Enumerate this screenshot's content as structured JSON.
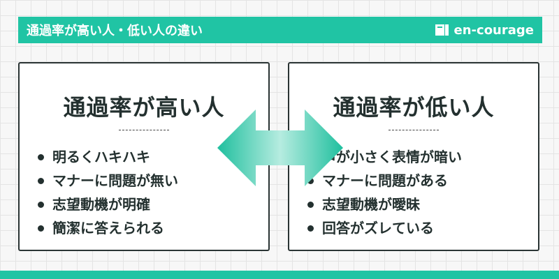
{
  "header": {
    "title": "通過率が高い人・低い人の違い",
    "brand": "en-courage"
  },
  "left_card": {
    "title": "通過率が高い人",
    "items": [
      "明るくハキハキ",
      "マナーに問題が無い",
      "志望動機が明確",
      "簡潔に答えられる"
    ]
  },
  "right_card": {
    "title": "通過率が低い人",
    "items": [
      "声が小さく表情が暗い",
      "マナーに問題がある",
      "志望動機が曖昧",
      "回答がズレている"
    ]
  },
  "colors": {
    "accent": "#20c4a4",
    "text": "#23302f",
    "border": "#2a3434"
  },
  "icons": [
    "book-logo-icon",
    "double-arrow-icon",
    "bullet-icon"
  ]
}
